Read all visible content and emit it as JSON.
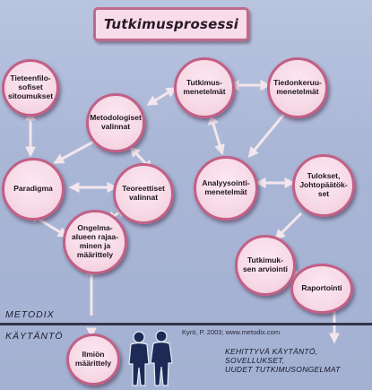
{
  "title": "Tutkimusprosessi",
  "nodes": {
    "tieteenfilosofiset": "Tieteenfilo-\nsofiset\nsitoumukset",
    "metodologiset": "Metodologiset\nvalinnat",
    "tutkimusmenetelmat": "Tutkimus-\nmenetelmät",
    "tiedonkeruumenetelmat": "Tiedonkeruu-\nmenetelmät",
    "paradigma": "Paradigma",
    "teoreettiset": "Teoreettiset\nvalinnat",
    "analyysimenetelmat": "Analyysointi-\nmenetelmät",
    "tulokset": "Tulokset,\nJohtopäätök-\nset",
    "ongelma": "Ongelma-\nalueen rajaa-\nminen ja\nmäärittely",
    "arviointi": "Tutkimuk-\nsen arviointi",
    "raportointi": "Raportointi",
    "ilmion": "Ilmiön\nmäärittely"
  },
  "labels": {
    "metodix": "METODIX",
    "kaytanto": "KÄYTÄNTÖ",
    "credit": "Kyrö, P. 2003; www.metodix.com",
    "practice_line1": "KEHITTYVÄ KÄYTÄNTÖ,",
    "practice_line2": "SOVELLUKSET,",
    "practice_line3": "UUDET TUTKIMUSONGELMAT"
  },
  "colors": {
    "node_fill": "#f7dbe7",
    "node_border": "#c25f86",
    "arrow": "#f3e6ec",
    "background": "#aebad8",
    "divider": "#36334a"
  },
  "icons": [
    "two-people-silhouette-icon"
  ]
}
